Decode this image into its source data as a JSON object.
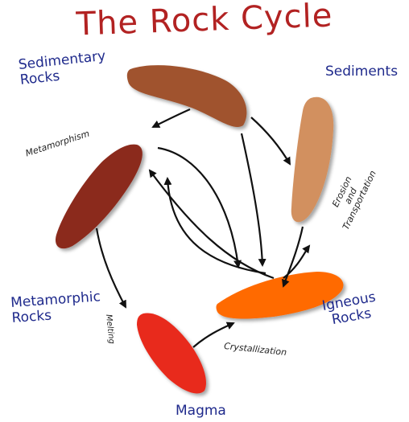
{
  "title": "The Rock Cycle",
  "colors": {
    "title": "#b22222",
    "node_label": "#1f2a8c",
    "sedimentary": "#a0522d",
    "sediments": "#d2905e",
    "igneous": "#ff6a00",
    "magma": "#e8291c",
    "metamorphic": "#8b2a1c",
    "arrow": "#111111"
  },
  "nodes": {
    "sedimentary": {
      "line1": "Sedimentary",
      "line2": "Rocks"
    },
    "sediments": {
      "line1": "Sediments"
    },
    "metamorphic": {
      "line1": "Metamorphic",
      "line2": "Rocks"
    },
    "igneous": {
      "line1": "Igneous",
      "line2": "Rocks"
    },
    "magma": {
      "line1": "Magma"
    }
  },
  "processes": {
    "metamorphism": "Metamorphism",
    "erosion_line1": "Erosion",
    "erosion_line2": "and",
    "erosion_line3": "Transportation",
    "melting": "Melting",
    "crystallization": "Crystallization"
  }
}
